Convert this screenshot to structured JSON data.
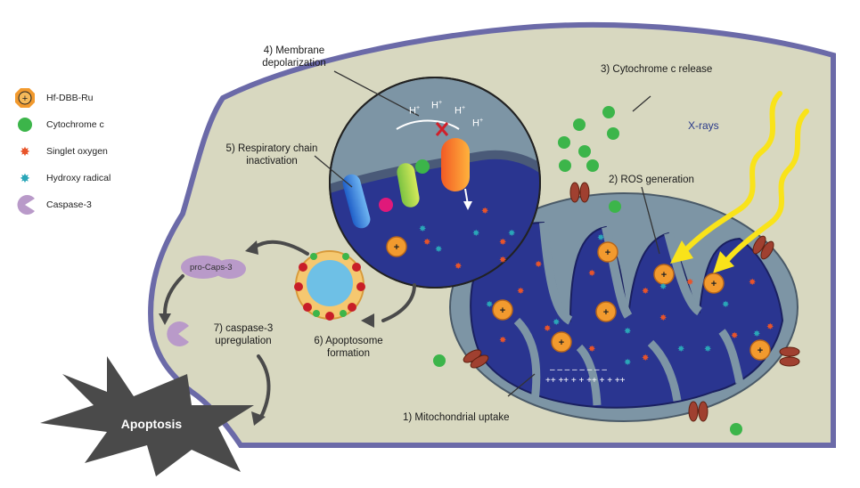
{
  "legend": [
    {
      "icon": "hf-dbb-ru-icon",
      "label": "Hf-DBB-Ru",
      "color": "#f29a2e"
    },
    {
      "icon": "cytochrome-c-icon",
      "label": "Cytochrome c",
      "color": "#3cb54a"
    },
    {
      "icon": "singlet-oxygen-icon",
      "label": "Singlet oxygen",
      "color": "#e8542a"
    },
    {
      "icon": "hydroxy-radical-icon",
      "label": "Hydroxy radical",
      "color": "#2aa6b8"
    },
    {
      "icon": "caspase-3-icon",
      "label": "Caspase-3",
      "color": "#b99ac9"
    }
  ],
  "labels": {
    "membrane_depolarization_1": "4) Membrane",
    "membrane_depolarization_2": "depolarization",
    "respiratory_chain_1": "5) Respiratory chain",
    "respiratory_chain_2": "inactivation",
    "cytochrome_release": "3) Cytochrome c release",
    "xrays": "X-rays",
    "ros_generation": "2) ROS generation",
    "pro_caps": "pro-Caps-3",
    "caspase_upregulation_1": "7) caspase-3",
    "caspase_upregulation_2": "upregulation",
    "apoptosome_1": "6) Apoptosome",
    "apoptosome_2": "formation",
    "mito_uptake": "1) Mitochondrial uptake",
    "apoptosis": "Apoptosis",
    "h_plus": "H",
    "h_sup": "+"
  },
  "colors": {
    "cytoplasm": "#d8d8c0",
    "cell_membrane": "#6b6aa8",
    "mito_outer": "#7d95a5",
    "matrix": "#2a3590",
    "nanoparticle": "#f29a2e",
    "apoptosis": "#4a4a4a"
  }
}
